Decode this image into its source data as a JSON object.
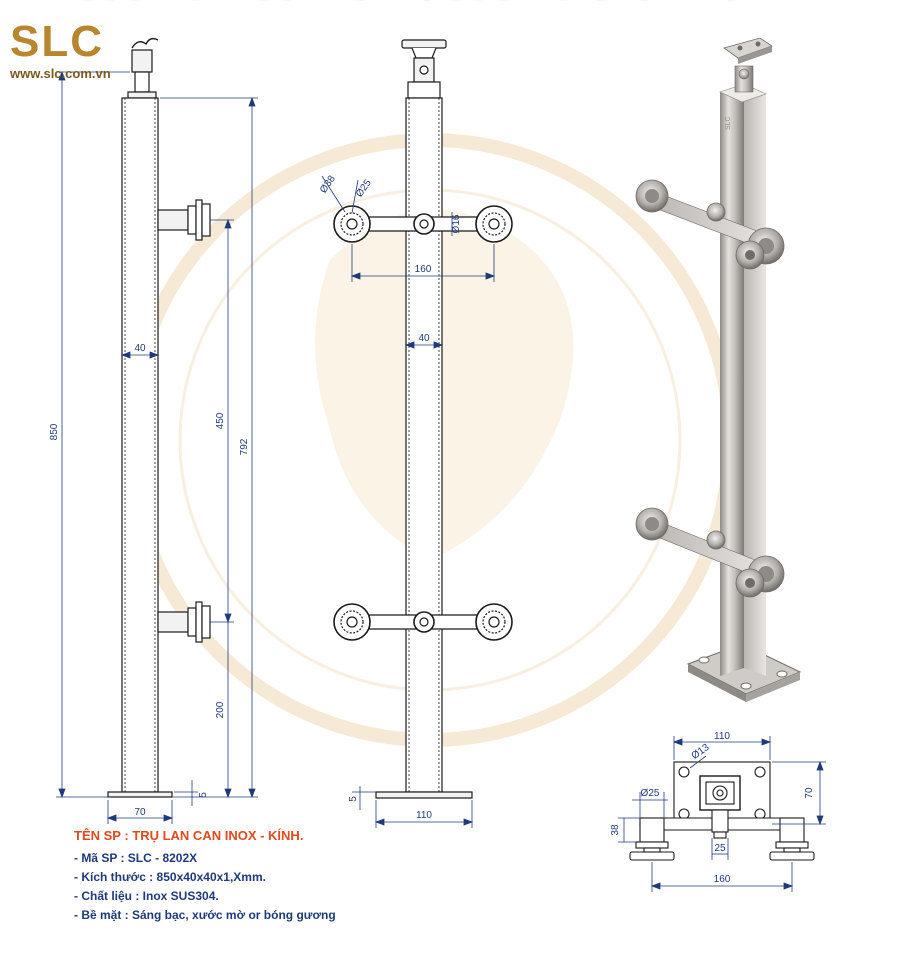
{
  "brand": {
    "logo_text": "SLC",
    "website": "www.slc.com.vn"
  },
  "watermark_text": "NHAT THANG CAT TUONG",
  "dimensions": {
    "front": {
      "total_height": "850",
      "upper_gap": "792",
      "clamp_spacing": "450",
      "lower_offset": "200",
      "post_width": "40",
      "base_width": "70",
      "base_thickness": "5"
    },
    "side": {
      "outer_dia": "Ø38",
      "inner_dia": "Ø25",
      "hole_dia": "Ø16",
      "arm_span": "160",
      "post_width": "40",
      "base_thickness": "5",
      "base_width": "110"
    },
    "base_detail": {
      "plate_width": "110",
      "hole_dia": "Ø13",
      "clamp_dia": "Ø25",
      "plate_height": "70",
      "clamp_height": "38",
      "stem_width": "25",
      "arm_span": "160"
    }
  },
  "spec": {
    "title": "TÊN SP : TRỤ LAN CAN INOX - KÍNH.",
    "code": "- Mã SP : SLC - 8202X",
    "size": "- Kích thước : 850x40x40x1,Xmm.",
    "material": "- Chất liệu : Inox SUS304.",
    "finish": "- Bề mặt : Sáng bạc, xước mờ or bóng gương"
  },
  "colors": {
    "line": "#1a1a1a",
    "dimension": "#1f3a7a",
    "brand_gold": "#b8862f",
    "title_red": "#e04a1c",
    "steel_light": "#d9d6d2",
    "steel_dark": "#8e8a86",
    "watermark": "#f6ead6"
  }
}
